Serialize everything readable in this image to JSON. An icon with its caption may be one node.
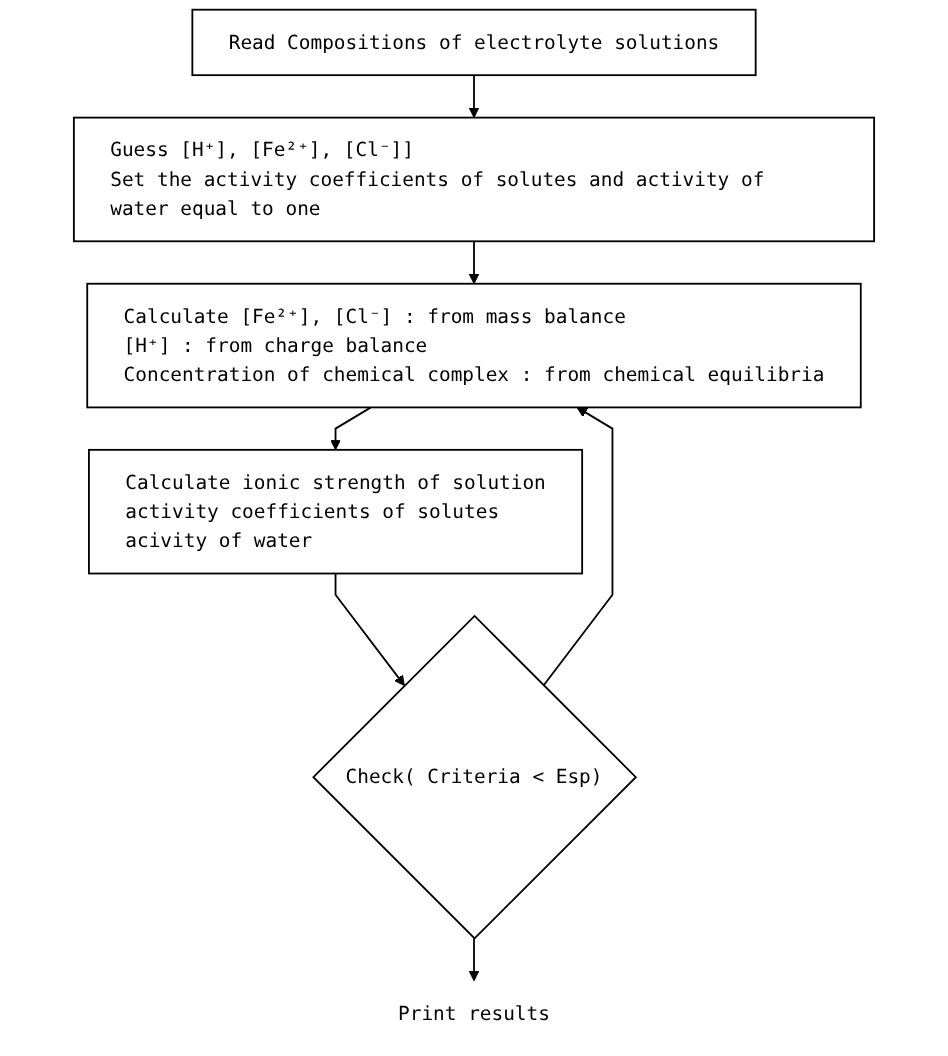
{
  "diagram": {
    "nodes": [
      {
        "text": [
          "Read Compositions of electrolyte solutions"
        ]
      },
      {
        "text": [
          "Guess [H⁺], [Fe²⁺], [Cl⁻]]",
          "Set the activity coefficients of solutes and activity of water equal to one"
        ]
      },
      {
        "text": [
          "Calculate [Fe²⁺], [Cl⁻] : from mass balance",
          "[H⁺] : from charge balance",
          "Concentration of chemical complex : from chemical equilibria"
        ]
      },
      {
        "text": [
          "Calculate ionic strength of solution",
          "activity coefficients of solutes",
          "acivity of water"
        ]
      },
      {
        "text": [
          "Check( Criteria < Esp)"
        ]
      },
      {
        "text": [
          "Print results"
        ]
      }
    ],
    "edges": [
      {
        "from": 0,
        "to": 1,
        "arrow": "to"
      },
      {
        "from": 1,
        "to": 2,
        "arrow": "to"
      },
      {
        "from": 2,
        "to": 3,
        "arrow": "to"
      },
      {
        "from": 3,
        "to": 4,
        "arrow": "to"
      },
      {
        "from": 4,
        "to": 2,
        "arrow": "to"
      },
      {
        "from": 4,
        "to": 5,
        "arrow": "to"
      }
    ]
  }
}
